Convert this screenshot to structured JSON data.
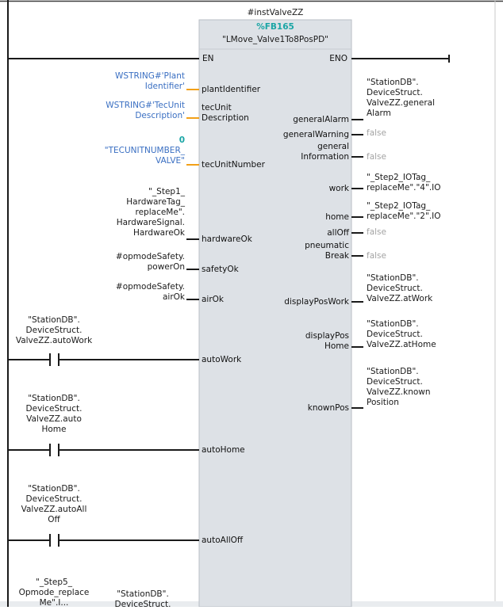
{
  "colors": {
    "wire": "#1a1a1a",
    "block_fill": "#dde1e6",
    "block_border": "#b9bec5",
    "orange_wire": "#f2a018",
    "constant_blue": "#3a6fc2",
    "teal": "#1aa5a5",
    "false_grey": "#a3a3a3"
  },
  "block": {
    "instance": "#instValveZZ",
    "fb_number": "%FB165",
    "fb_name": "\"LMove_Valve1To8PosPD\"",
    "en": "EN",
    "eno": "ENO"
  },
  "inputs": {
    "plantIdentifier": {
      "pin": "plantIdentifier",
      "value": "WSTRING#'Plant\nIdentifier'"
    },
    "tecUnitDescription": {
      "pin": "tecUnit\nDescription",
      "value": "WSTRING#'TecUnit\nDescription'"
    },
    "tecUnitNumber": {
      "pin": "tecUnitNumber",
      "value_num": "0",
      "value": "\"TECUNITNUMBER_\nVALVE\""
    },
    "hardwareOk": {
      "pin": "hardwareOk",
      "value": "\"_Step1_\nHardwareTag_\nreplaceMe\".\nHardwareSignal.\nHardwareOk"
    },
    "safetyOk": {
      "pin": "safetyOk",
      "value": "#opmodeSafety.\npowerOn"
    },
    "airOk": {
      "pin": "airOk",
      "value": "#opmodeSafety.\nairOk"
    },
    "autoWork": {
      "pin": "autoWork",
      "value": "\"StationDB\".\nDeviceStruct.\nValveZZ.autoWork"
    },
    "autoHome": {
      "pin": "autoHome",
      "value": "\"StationDB\".\nDeviceStruct.\nValveZZ.auto\nHome"
    },
    "autoAllOff": {
      "pin": "autoAllOff",
      "value": "\"StationDB\".\nDeviceStruct.\nValveZZ.autoAll\nOff"
    },
    "step5": {
      "value": "\"_Step5_\nOpmode_replace\nMe\".I..."
    },
    "stationdb_bottom": {
      "value": "\"StationDB\".\nDeviceStruct."
    }
  },
  "outputs": {
    "generalAlarm": {
      "pin": "generalAlarm",
      "value": "\"StationDB\".\nDeviceStruct.\nValveZZ.general\nAlarm"
    },
    "generalWarning": {
      "pin": "generalWarning",
      "value": "false"
    },
    "generalInformation": {
      "pin": "general\nInformation",
      "value": "false"
    },
    "work": {
      "pin": "work",
      "value": "\"_Step2_IOTag_\nreplaceMe\".\"4\".IO"
    },
    "home": {
      "pin": "home",
      "value": "\"_Step2_IOTag_\nreplaceMe\".\"2\".IO"
    },
    "allOff": {
      "pin": "allOff",
      "value": "false"
    },
    "pneumaticBreak": {
      "pin": "pneumatic\nBreak",
      "value": "false"
    },
    "displayPosWork": {
      "pin": "displayPosWork",
      "value": "\"StationDB\".\nDeviceStruct.\nValveZZ.atWork"
    },
    "displayPosHome": {
      "pin": "displayPos\nHome",
      "value": "\"StationDB\".\nDeviceStruct.\nValveZZ.atHome"
    },
    "knownPos": {
      "pin": "knownPos",
      "value": "\"StationDB\".\nDeviceStruct.\nValveZZ.known\nPosition"
    }
  }
}
